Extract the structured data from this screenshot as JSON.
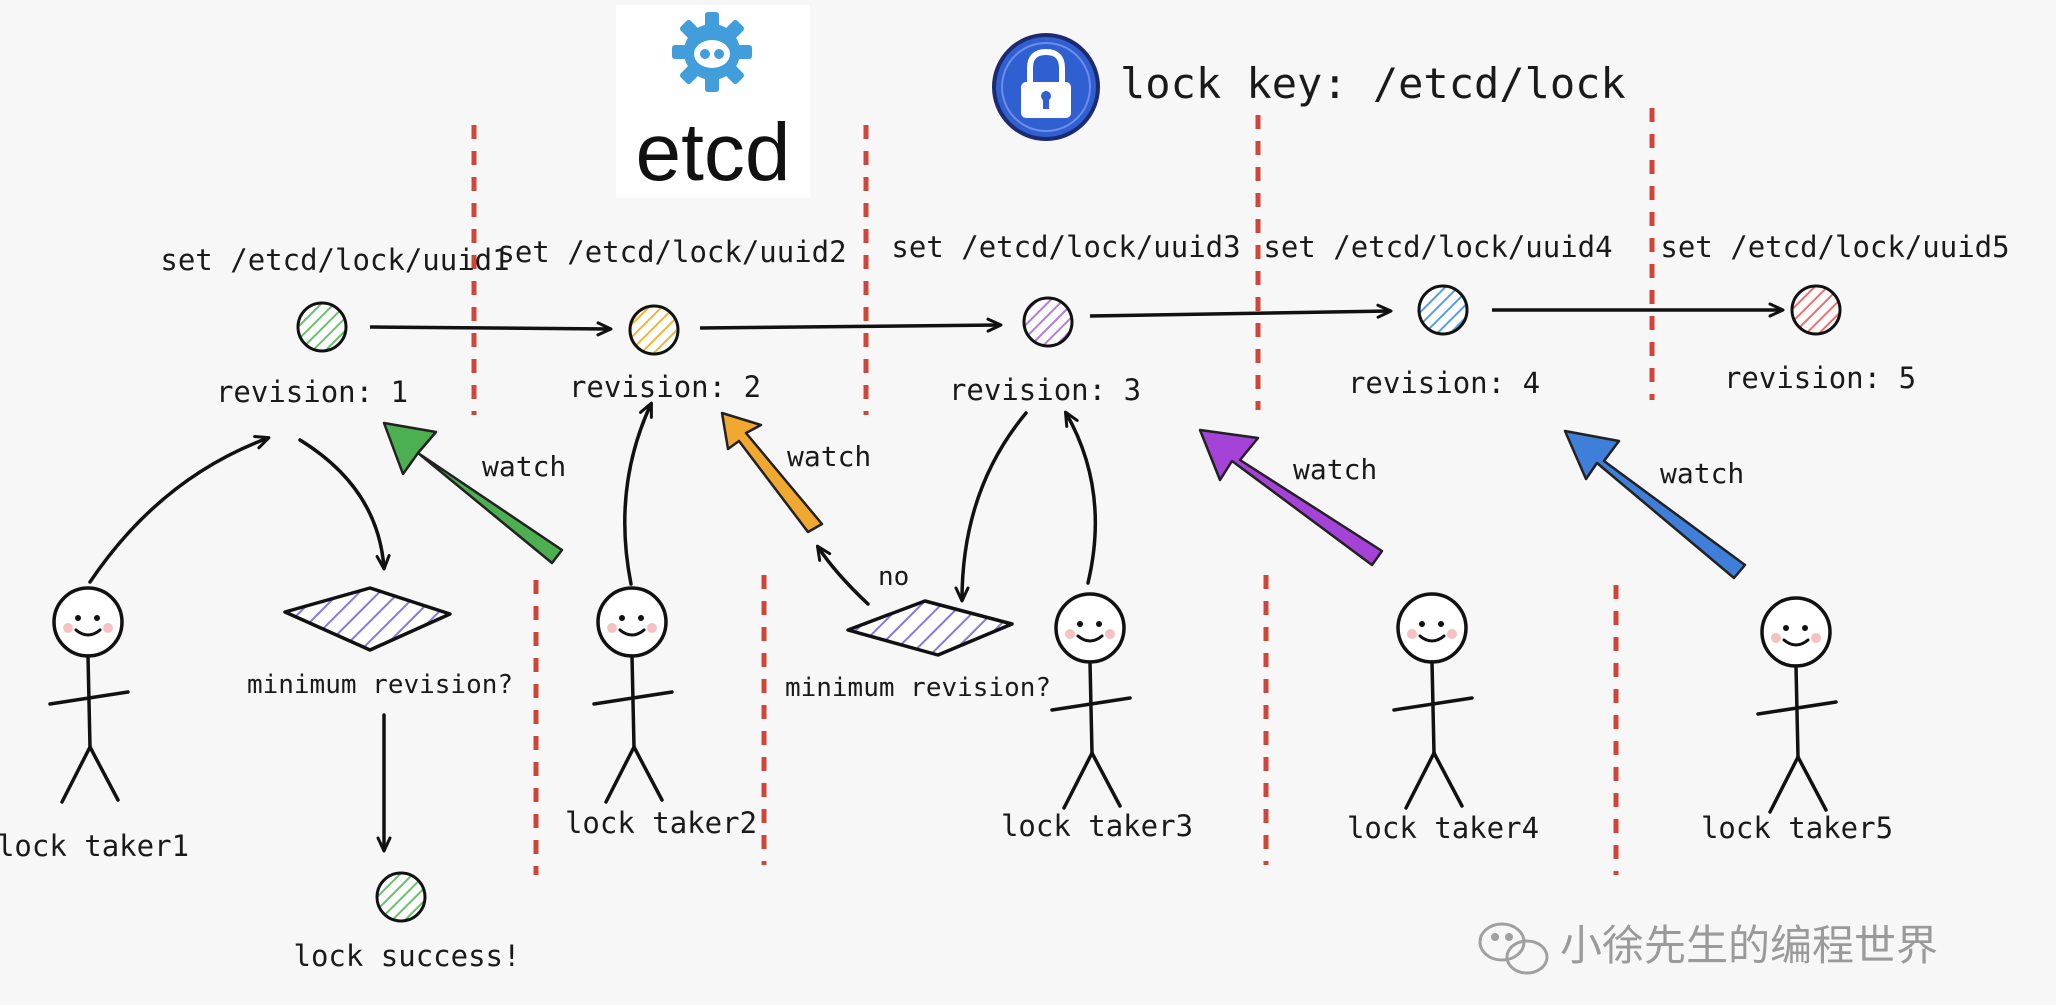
{
  "logo": {
    "text": "etcd"
  },
  "lock_key": {
    "text": "lock key: /etcd/lock"
  },
  "keys": [
    {
      "set_label": "set /etcd/lock/uuid1",
      "revision_label": "revision: 1",
      "color": "#6cc070"
    },
    {
      "set_label": "set /etcd/lock/uuid2",
      "revision_label": "revision: 2",
      "color": "#f0b53a"
    },
    {
      "set_label": "set /etcd/lock/uuid3",
      "revision_label": "revision: 3",
      "color": "#b57be0"
    },
    {
      "set_label": "set /etcd/lock/uuid4",
      "revision_label": "revision: 4",
      "color": "#5b9be8"
    },
    {
      "set_label": "set /etcd/lock/uuid5",
      "revision_label": "revision: 5",
      "color": "#ef6f6f"
    }
  ],
  "takers": [
    {
      "label": "lock taker1"
    },
    {
      "label": "lock taker2"
    },
    {
      "label": "lock taker3"
    },
    {
      "label": "lock taker4"
    },
    {
      "label": "lock taker5"
    }
  ],
  "watch_label": "watch",
  "watch_colors": [
    "#4caf50",
    "#f0a830",
    "#a542d8",
    "#3f7fd9"
  ],
  "decision_label": "minimum revision?",
  "no_label": "no",
  "success_label": "lock success!",
  "divider_color": "#d0453a",
  "watermark": {
    "text": "小徐先生的编程世界"
  }
}
